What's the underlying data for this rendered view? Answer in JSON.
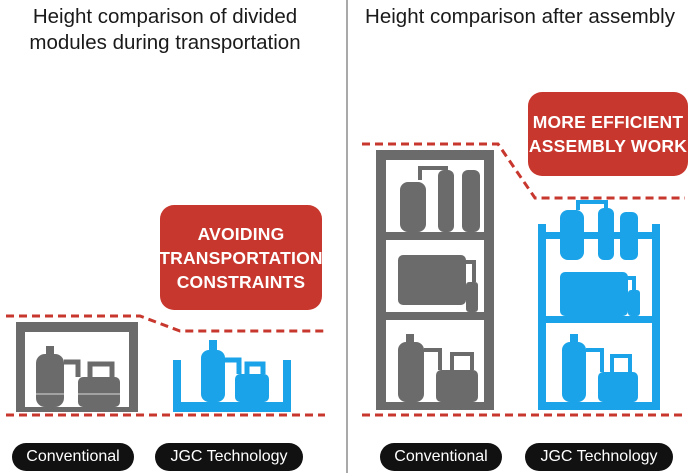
{
  "left_panel": {
    "title": "Height comparison of divided modules during transportation",
    "callout": "AVOIDING TRANSPORTATION CONSTRAINTS",
    "labels": [
      "Conventional",
      "JGC Technology"
    ]
  },
  "right_panel": {
    "title": "Height comparison after assembly",
    "callout": "MORE EFFICIENT ASSEMBLY WORK",
    "labels": [
      "Conventional",
      "JGC Technology"
    ]
  },
  "colors": {
    "conventional": "#6b6b6b",
    "jgc": "#1aa3e8",
    "callout": "#c8372d",
    "dashed_line": "#c8372d",
    "pill": "#111111"
  }
}
